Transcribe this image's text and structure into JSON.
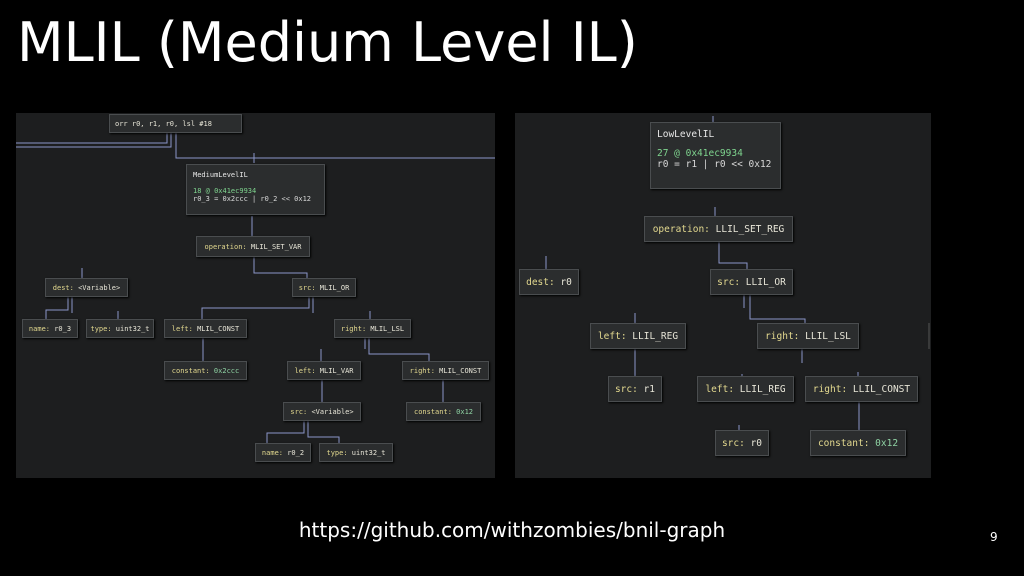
{
  "slide": {
    "title": "MLIL (Medium Level IL)",
    "url": "https://github.com/withzombies/bnil-graph",
    "page_number": "9"
  },
  "left_graph": {
    "top_instruction": "orr     r0, r1, r0, lsl #18",
    "block": {
      "header": "MediumLevelIL",
      "address": "18 @ 0x41ec9934",
      "code": "r0_3 = 0x2ccc | r0_2 << 0x12"
    },
    "nodes": [
      {
        "key": "operation:",
        "value": "MLIL_SET_VAR"
      },
      {
        "key": "dest:",
        "value": "<Variable>"
      },
      {
        "key": "src:",
        "value": "MLIL_OR"
      },
      {
        "key": "name:",
        "value": "r0_3"
      },
      {
        "key": "type:",
        "value": "uint32_t"
      },
      {
        "key": "left:",
        "value": "MLIL_CONST"
      },
      {
        "key": "right:",
        "value": "MLIL_LSL"
      },
      {
        "key": "constant:",
        "value": "0x2ccc",
        "numeric": true
      },
      {
        "key": "left:",
        "value": "MLIL_VAR"
      },
      {
        "key": "right:",
        "value": "MLIL_CONST"
      },
      {
        "key": "src:",
        "value": "<Variable>"
      },
      {
        "key": "constant:",
        "value": "0x12",
        "numeric": true
      },
      {
        "key": "name:",
        "value": "r0_2"
      },
      {
        "key": "type:",
        "value": "uint32_t"
      }
    ]
  },
  "right_graph": {
    "block": {
      "header": "LowLevelIL",
      "address": "27 @ 0x41ec9934",
      "code": "r0 = r1 | r0 << 0x12"
    },
    "nodes": [
      {
        "key": "operation:",
        "value": "LLIL_SET_REG"
      },
      {
        "key": "dest:",
        "value": "r0"
      },
      {
        "key": "src:",
        "value": "LLIL_OR"
      },
      {
        "key": "left:",
        "value": "LLIL_REG"
      },
      {
        "key": "right:",
        "value": "LLIL_LSL"
      },
      {
        "key": "src:",
        "value": "r1"
      },
      {
        "key": "left:",
        "value": "LLIL_REG"
      },
      {
        "key": "right:",
        "value": "LLIL_CONST"
      },
      {
        "key": "src:",
        "value": "r0"
      },
      {
        "key": "constant:",
        "value": "0x12",
        "numeric": true
      }
    ]
  }
}
